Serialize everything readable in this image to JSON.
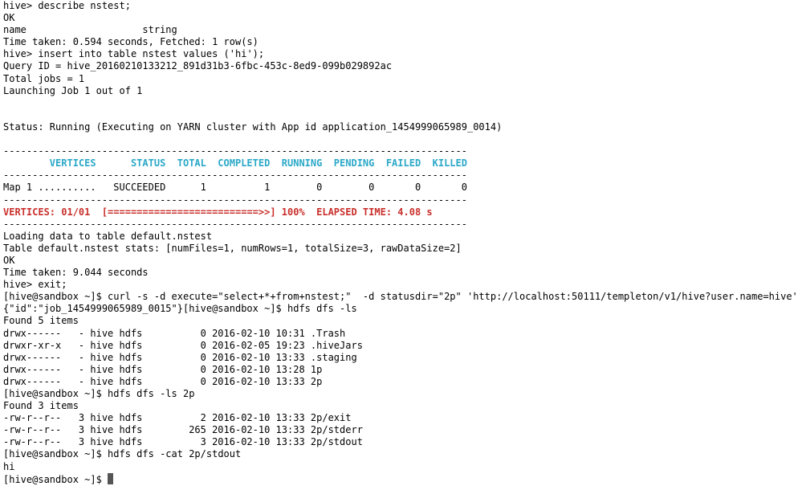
{
  "terminal": {
    "prompt_hive": "hive> ",
    "prompt_shell": "[hive@sandbox ~]$ ",
    "lines": [
      {
        "kind": "cmd",
        "prompt": "hive> ",
        "text": "describe nstest;"
      },
      {
        "kind": "out",
        "text": "OK"
      },
      {
        "kind": "out",
        "text": "name                    string"
      },
      {
        "kind": "out",
        "text": "Time taken: 0.594 seconds, Fetched: 1 row(s)"
      },
      {
        "kind": "cmd",
        "prompt": "hive> ",
        "text": "insert into table nstest values ('hi');"
      },
      {
        "kind": "out",
        "text": "Query ID = hive_20160210133212_891d31b3-6fbc-453c-8ed9-099b029892ac"
      },
      {
        "kind": "out",
        "text": "Total jobs = 1"
      },
      {
        "kind": "out",
        "text": "Launching Job 1 out of 1"
      },
      {
        "kind": "blank",
        "text": ""
      },
      {
        "kind": "blank",
        "text": ""
      },
      {
        "kind": "out",
        "text": "Status: Running (Executing on YARN cluster with App id application_1454999065989_0014)"
      },
      {
        "kind": "blank",
        "text": ""
      },
      {
        "kind": "rule",
        "text": "--------------------------------------------------------------------------------"
      },
      {
        "kind": "header",
        "text": "        VERTICES      STATUS  TOTAL  COMPLETED  RUNNING  PENDING  FAILED  KILLED"
      },
      {
        "kind": "rule",
        "text": "--------------------------------------------------------------------------------"
      },
      {
        "kind": "out",
        "text": "Map 1 ..........   SUCCEEDED      1          1        0        0       0       0"
      },
      {
        "kind": "rule",
        "text": "--------------------------------------------------------------------------------"
      },
      {
        "kind": "progress",
        "text": "VERTICES: 01/01  [==========================>>] 100%  ELAPSED TIME: 4.08 s"
      },
      {
        "kind": "rule",
        "text": "--------------------------------------------------------------------------------"
      },
      {
        "kind": "out",
        "text": "Loading data to table default.nstest"
      },
      {
        "kind": "out",
        "text": "Table default.nstest stats: [numFiles=1, numRows=1, totalSize=3, rawDataSize=2]"
      },
      {
        "kind": "out",
        "text": "OK"
      },
      {
        "kind": "out",
        "text": "Time taken: 9.044 seconds"
      },
      {
        "kind": "cmd",
        "prompt": "hive> ",
        "text": "exit;"
      },
      {
        "kind": "cmd",
        "prompt": "[hive@sandbox ~]$ ",
        "text": "curl -s -d execute=\"select+*+from+nstest;\"  -d statusdir=\"2p\" 'http://localhost:50111/templeton/v1/hive?user.name=hive'"
      },
      {
        "kind": "out",
        "text": "{\"id\":\"job_1454999065989_0015\"}[hive@sandbox ~]$ hdfs dfs -ls"
      },
      {
        "kind": "out",
        "text": "Found 5 items"
      },
      {
        "kind": "out",
        "text": "drwx------   - hive hdfs          0 2016-02-10 10:31 .Trash"
      },
      {
        "kind": "out",
        "text": "drwxr-xr-x   - hive hdfs          0 2016-02-05 19:23 .hiveJars"
      },
      {
        "kind": "out",
        "text": "drwx------   - hive hdfs          0 2016-02-10 13:33 .staging"
      },
      {
        "kind": "out",
        "text": "drwx------   - hive hdfs          0 2016-02-10 13:28 1p"
      },
      {
        "kind": "out",
        "text": "drwx------   - hive hdfs          0 2016-02-10 13:33 2p"
      },
      {
        "kind": "cmd",
        "prompt": "[hive@sandbox ~]$ ",
        "text": "hdfs dfs -ls 2p"
      },
      {
        "kind": "out",
        "text": "Found 3 items"
      },
      {
        "kind": "out",
        "text": "-rw-r--r--   3 hive hdfs          2 2016-02-10 13:33 2p/exit"
      },
      {
        "kind": "out",
        "text": "-rw-r--r--   3 hive hdfs        265 2016-02-10 13:33 2p/stderr"
      },
      {
        "kind": "out",
        "text": "-rw-r--r--   3 hive hdfs          3 2016-02-10 13:33 2p/stdout"
      },
      {
        "kind": "cmd",
        "prompt": "[hive@sandbox ~]$ ",
        "text": "hdfs dfs -cat 2p/stdout"
      },
      {
        "kind": "out",
        "text": "hi"
      },
      {
        "kind": "cmd_cursor",
        "prompt": "[hive@sandbox ~]$ ",
        "text": ""
      }
    ]
  },
  "colors": {
    "header": "#2aa8c7",
    "progress": "#c9302c",
    "text": "#000000",
    "background": "#ffffff"
  },
  "icons": {
    "cursor": "block-cursor"
  }
}
